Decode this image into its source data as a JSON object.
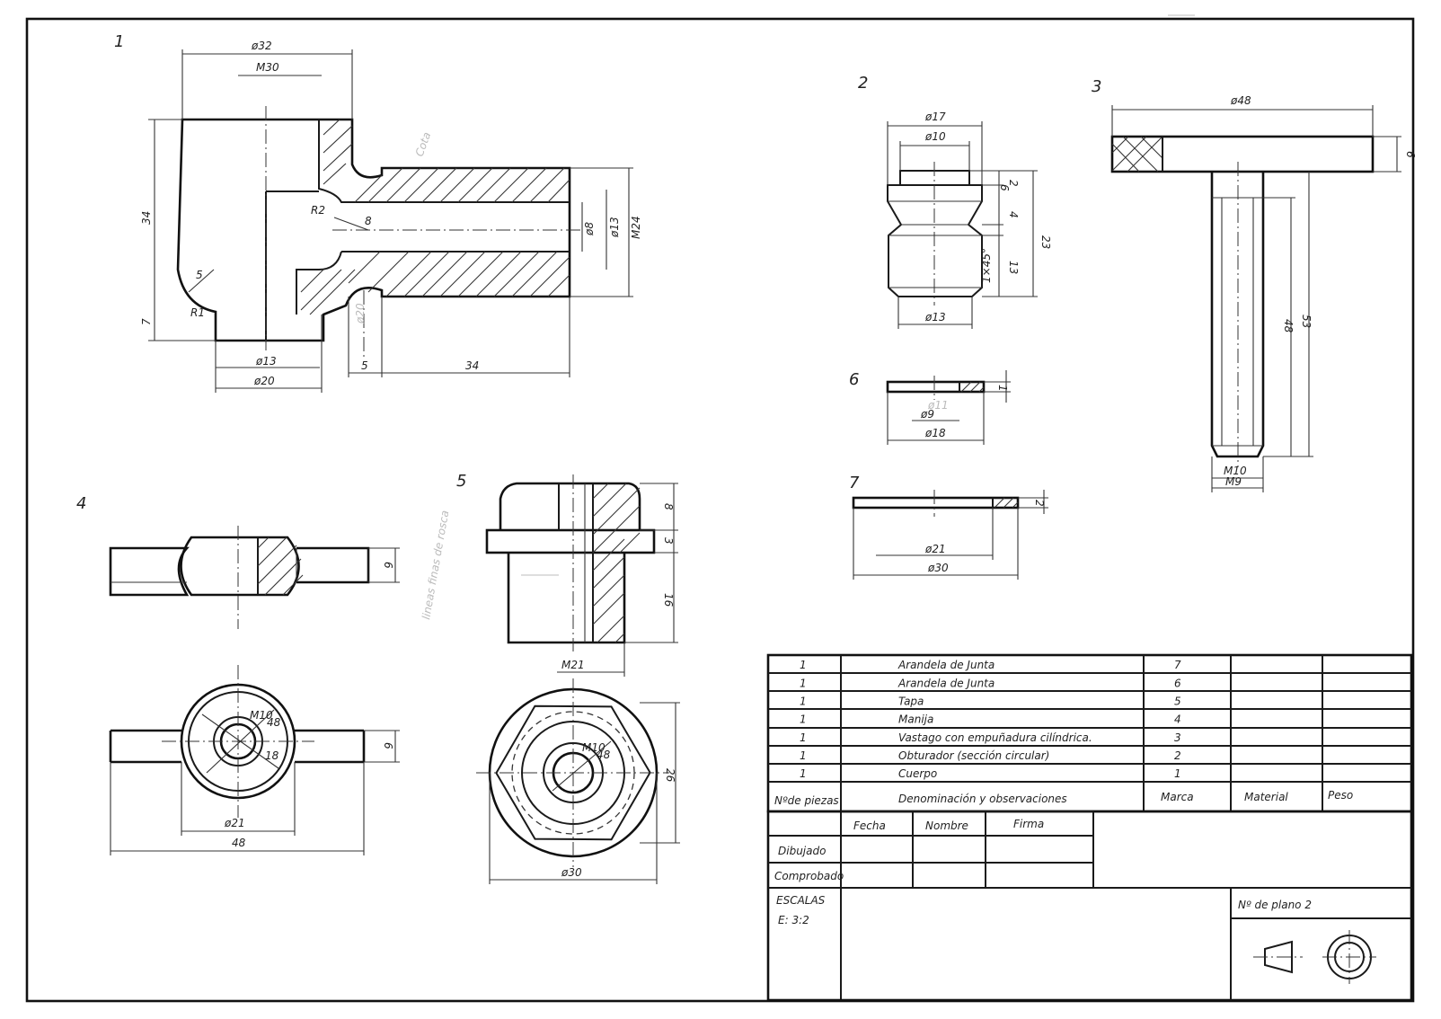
{
  "parts": {
    "p1": {
      "num": "1",
      "d32": "ø32",
      "m30": "M30",
      "h34": "34",
      "h7": "7",
      "r2": "R2",
      "d8": "8",
      "r5": "5",
      "r1": "R1",
      "d8b": "ø8",
      "d13r": "ø13",
      "m24": "M24",
      "d13": "ø13",
      "d20": "ø20",
      "w5": "5",
      "w34": "34",
      "faint1": "Cota",
      "faint2": "ø20"
    },
    "p2": {
      "num": "2",
      "d17": "ø17",
      "d10": "ø10",
      "d13": "ø13",
      "v2": "2",
      "v6": "6",
      "v4": "4",
      "v23": "23",
      "v13": "13",
      "cham": "1×45°"
    },
    "p3": {
      "num": "3",
      "d48": "ø48",
      "v6": "6",
      "v48": "48",
      "v53": "53",
      "m10": "M10",
      "m9": "M9"
    },
    "p4": {
      "num": "4",
      "v6a": "6",
      "v6b": "6",
      "m10": "M10",
      "v48": "48",
      "d21": "ø21",
      "l48": "48",
      "r18": "18"
    },
    "p5": {
      "num": "5",
      "v8": "8",
      "v3": "3",
      "v16": "16",
      "m21": "M21",
      "v26": "26",
      "d30": "ø30",
      "m10": "M10",
      "v48": "48",
      "faint": "lineas finas de rosca"
    },
    "p6": {
      "num": "6",
      "v1": "1",
      "d11": "ø11",
      "d9": "ø9",
      "d18": "ø18"
    },
    "p7": {
      "num": "7",
      "v2": "2",
      "d21": "ø21",
      "d30": "ø30"
    }
  },
  "bom": {
    "rows": [
      {
        "qty": "1",
        "name": "Arandela de Junta",
        "mark": "7"
      },
      {
        "qty": "1",
        "name": "Arandela de Junta",
        "mark": "6"
      },
      {
        "qty": "1",
        "name": "Tapa",
        "mark": "5"
      },
      {
        "qty": "1",
        "name": "Manija",
        "mark": "4"
      },
      {
        "qty": "1",
        "name": "Vastago con empuñadura cilíndrica.",
        "mark": "3"
      },
      {
        "qty": "1",
        "name": "Obturador (sección circular)",
        "mark": "2"
      },
      {
        "qty": "1",
        "name": "Cuerpo",
        "mark": "1"
      }
    ],
    "header": {
      "qty": "Nºde piezas",
      "name": "Denominación y observaciones",
      "mark": "Marca",
      "material": "Material",
      "weight": "Peso"
    }
  },
  "titleblock": {
    "col_fecha": "Fecha",
    "col_nombre": "Nombre",
    "col_firma": "Firma",
    "row_dibujado": "Dibujado",
    "row_comprobado": "Comprobado",
    "escalas": "ESCALAS",
    "escala_val": "E: 3:2",
    "plano": "Nº de plano 2"
  }
}
